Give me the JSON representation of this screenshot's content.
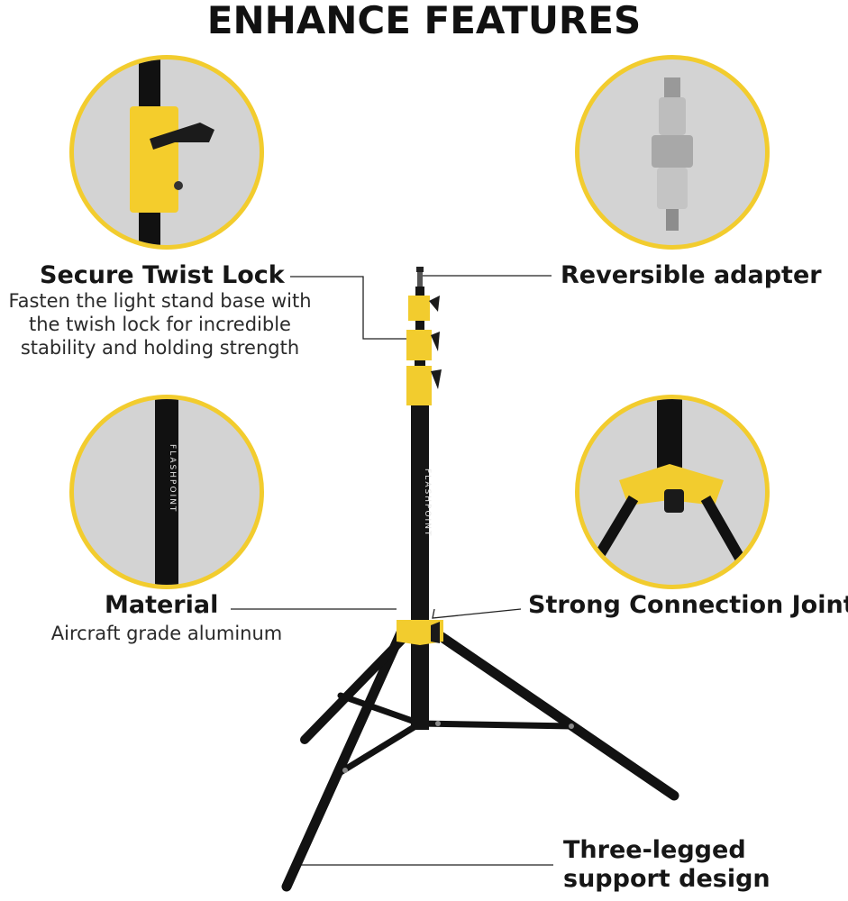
{
  "title": "ENHANCE FEATURES",
  "features": {
    "twist_lock": {
      "heading": "Secure Twist Lock",
      "description_lines": [
        "Fasten the light stand base with",
        "the twish lock for incredible",
        "stability and holding strength"
      ]
    },
    "adapter": {
      "heading": "Reversible adapter"
    },
    "material": {
      "heading": "Material",
      "description": "Aircraft grade aluminum"
    },
    "joint": {
      "heading": "Strong Connection Joint"
    },
    "legs": {
      "heading_lines": [
        "Three-legged",
        "support design"
      ]
    }
  },
  "brand_text": "FLASHPOINT",
  "colors": {
    "accent_yellow": "#f2cc2e",
    "pole_black": "#141414",
    "circle_bg": "#d3d3d3"
  }
}
